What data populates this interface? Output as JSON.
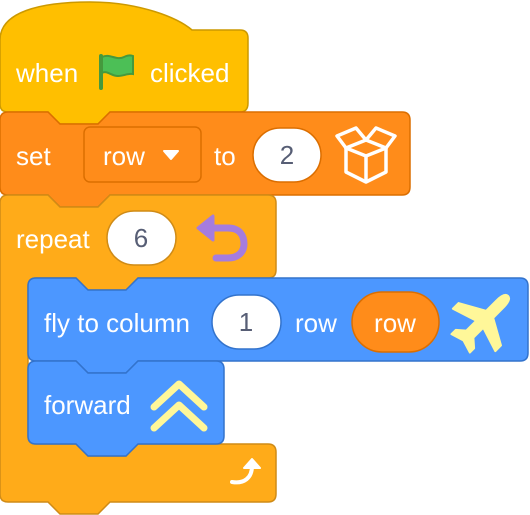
{
  "script": {
    "hat": {
      "word_when": "when",
      "flag_icon": "green-flag-icon",
      "word_clicked": "clicked",
      "color": "#ffbf00"
    },
    "set_block": {
      "word_set": "set",
      "variable": "row",
      "word_to": "to",
      "value": "2",
      "icon": "box-icon",
      "color": "#ff8c1a"
    },
    "repeat_block": {
      "word_repeat": "repeat",
      "count": "6",
      "icon": "loop-arrow-icon",
      "end_icon": "loop-return-icon",
      "color": "#ffab19"
    },
    "fly_block": {
      "word_fly": "fly to column",
      "column": "1",
      "word_row": "row",
      "row_reporter": "row",
      "icon": "airplane-icon",
      "color": "#4c97ff"
    },
    "forward_block": {
      "word_forward": "forward",
      "icon": "double-chevron-up-icon",
      "color": "#4c97ff"
    }
  }
}
